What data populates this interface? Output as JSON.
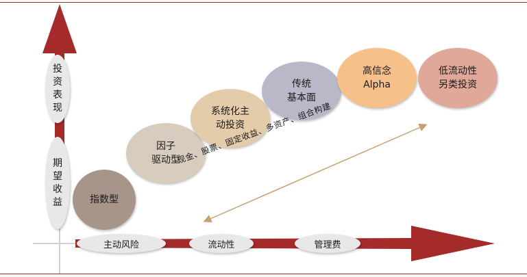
{
  "colors": {
    "arrow": "#a52a2a",
    "rule": "#a52a2a",
    "pill": "#e8e8e8",
    "stage_1": "#a8958a",
    "stage_2": "#d8ccbf",
    "stage_3": "#e4ccaa",
    "stage_4": "#b8b8c8",
    "stage_5": "#f5c08a",
    "stage_6": "#e0a898"
  },
  "y_axis": {
    "upper_label": "投资表现",
    "lower_label": "期望收益"
  },
  "x_axis": {
    "labels": [
      "主动风险",
      "流动性",
      "管理费"
    ]
  },
  "stages": [
    {
      "label": "指数型"
    },
    {
      "label": "因子\n驱动型"
    },
    {
      "label": "系统化主\n动投资"
    },
    {
      "label": "传统\n基本面"
    },
    {
      "label": "高信念\nAlpha"
    },
    {
      "label": "低流动性\n另类投资"
    }
  ],
  "diagonal_label": "现金、股票、固定收益、多资产、组合构建"
}
